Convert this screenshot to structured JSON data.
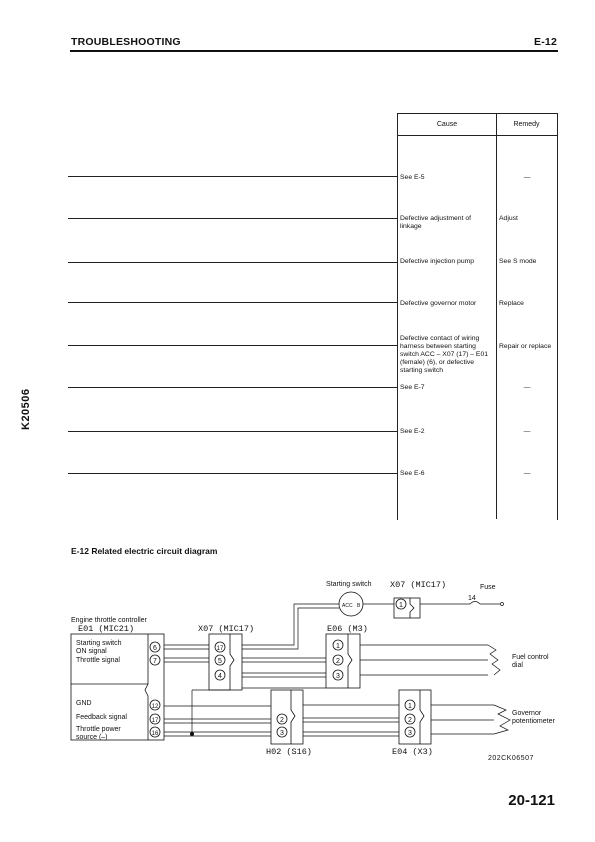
{
  "header": {
    "left": "TROUBLESHOOTING",
    "right": "E-12"
  },
  "side_code": "K20506",
  "table": {
    "col_cause": "Cause",
    "col_remedy": "Remedy",
    "rows": [
      {
        "cause": "See E-5",
        "remedy": "—"
      },
      {
        "cause": "Defective adjustment of linkage",
        "remedy": "Adjust"
      },
      {
        "cause": "Defective injection pump",
        "remedy": "See S mode"
      },
      {
        "cause": "Defective governor motor",
        "remedy": "Replace"
      },
      {
        "cause": "Defective contact of wiring harness between starting switch ACC – X07 (17) – E01 (female) (6), or defective starting switch",
        "remedy": "Repair or replace"
      },
      {
        "cause": "See E-7",
        "remedy": "—"
      },
      {
        "cause": "See E-2",
        "remedy": "—"
      },
      {
        "cause": "See E-6",
        "remedy": "—"
      }
    ]
  },
  "section_title": "E-12 Related electric circuit diagram",
  "diagram": {
    "controller_title": "Engine throttle controller",
    "controller_id": "E01 (MIC21)",
    "starting_switch_label": "Starting switch",
    "starting_switch_conn": "X07 (MIC17)",
    "acc_label": "ACC",
    "b_label": "B",
    "fuse_label": "Fuse",
    "fuse_num": "14",
    "x07_label": "X07 (MIC17)",
    "e06_label": "E06 (M3)",
    "h02_label": "H02 (S16)",
    "e04_label": "E04 (X3)",
    "signals": {
      "starting_on_1": "Starting switch",
      "starting_on_2": "ON signal",
      "throttle": "Throttle signal",
      "gnd": "GND",
      "feedback": "Feedback signal",
      "power_1": "Throttle power",
      "power_2": "source (–)"
    },
    "pins": {
      "c6": "6",
      "c7": "7",
      "c12": "12",
      "c17": "17",
      "c16": "16",
      "x17": "17",
      "x5": "5",
      "x4": "4",
      "e1": "1",
      "e2": "2",
      "e3": "3",
      "h2": "2",
      "h3": "3",
      "f1": "1",
      "f2": "2",
      "f3": "3",
      "s1": "1"
    },
    "fuel_dial_1": "Fuel control",
    "fuel_dial_2": "dial",
    "gov_pot_1": "Governor",
    "gov_pot_2": "potentiometer"
  },
  "figure_ref": "202CK06507",
  "page_number": "20-121"
}
